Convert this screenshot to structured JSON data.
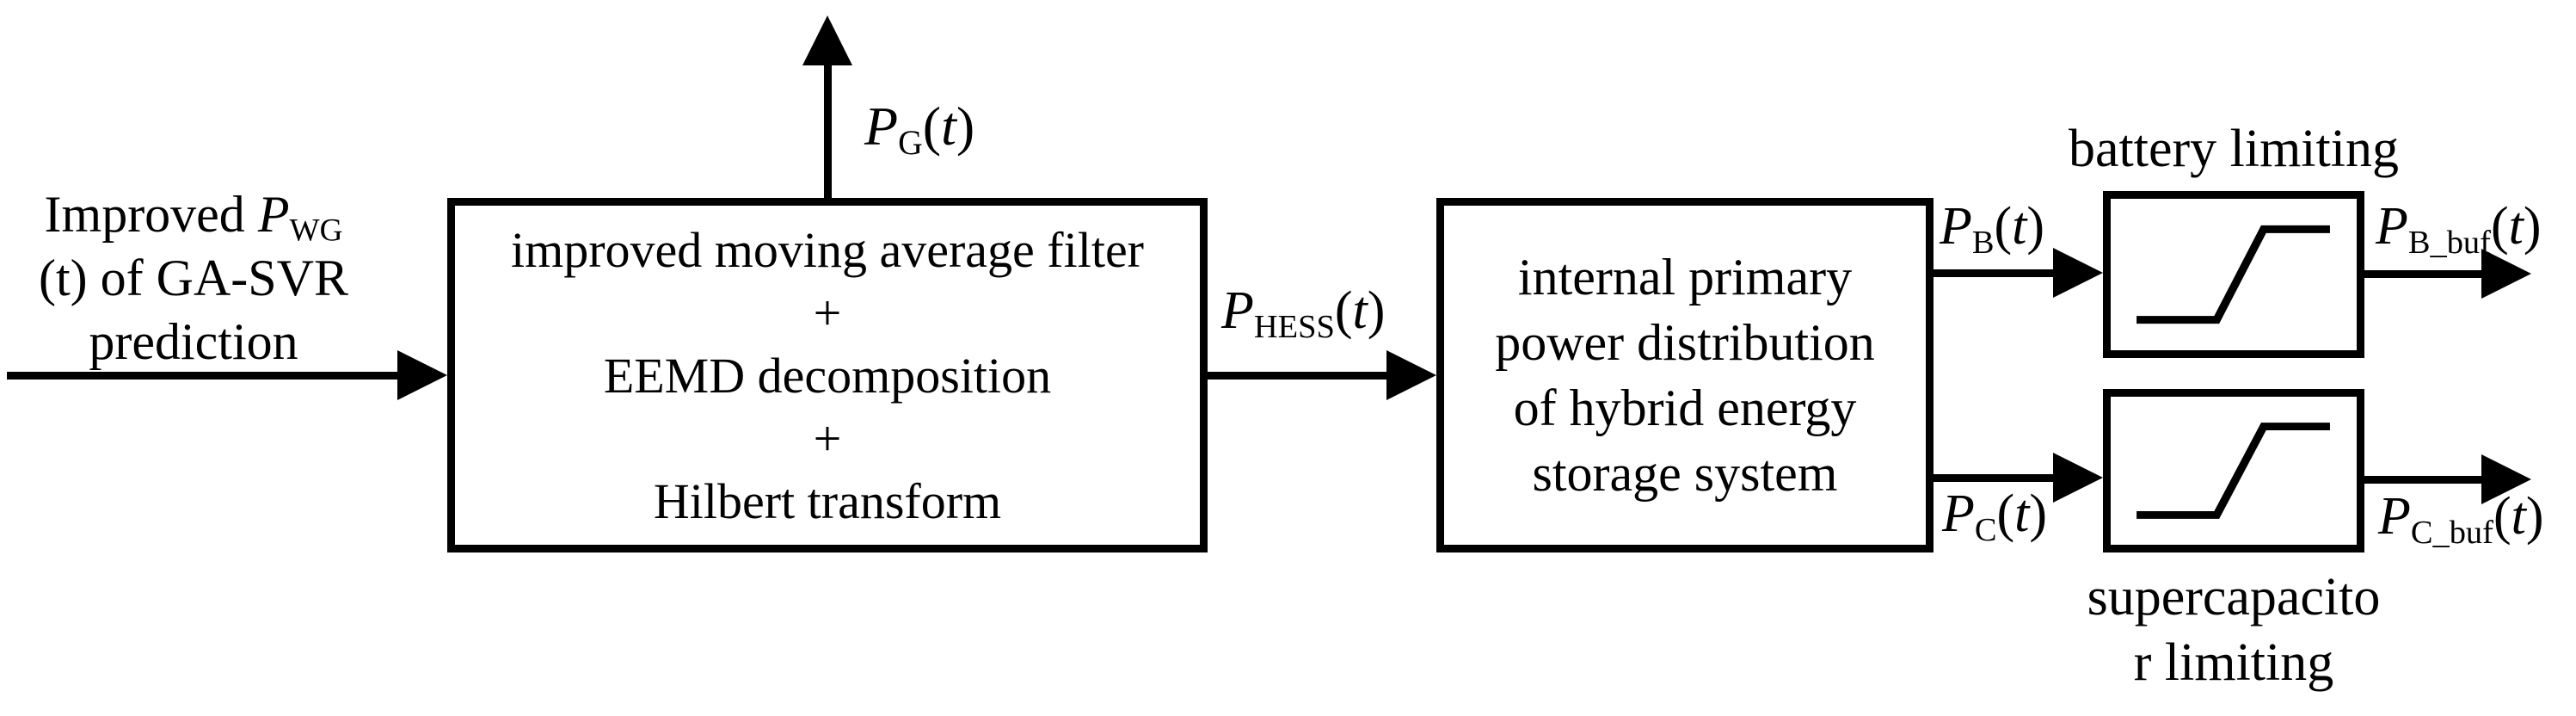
{
  "diagram": {
    "source_label": {
      "line1_pre": "Improved ",
      "line1_var": "P",
      "line1_sub": "WG",
      "line2": "(t) of GA-SVR",
      "line3": "prediction"
    },
    "filter_box": {
      "lines": [
        "improved moving average filter",
        "+",
        "EEMD decomposition",
        "+",
        "Hilbert transform"
      ]
    },
    "distribution_box": {
      "lines": [
        "internal primary",
        "power distribution",
        "of hybrid energy",
        "storage system"
      ]
    },
    "battery_limiter": {
      "title": "battery limiting"
    },
    "supercap_limiter": {
      "title_line1": "supercapacito",
      "title_line2": "r limiting"
    },
    "signals": {
      "pg": {
        "base": "P",
        "sub": "G"
      },
      "phess": {
        "base": "P",
        "sub": "HESS"
      },
      "pb": {
        "base": "P",
        "sub": "B"
      },
      "pb_buf": {
        "base": "P",
        "sub": "B_buf"
      },
      "pc": {
        "base": "P",
        "sub": "C"
      },
      "pc_buf": {
        "base": "P",
        "sub": "C_buf"
      }
    },
    "math": {
      "open": "(",
      "t": "t",
      "close": ")"
    },
    "colors": {
      "ink": "#000000",
      "background": "#ffffff"
    }
  }
}
